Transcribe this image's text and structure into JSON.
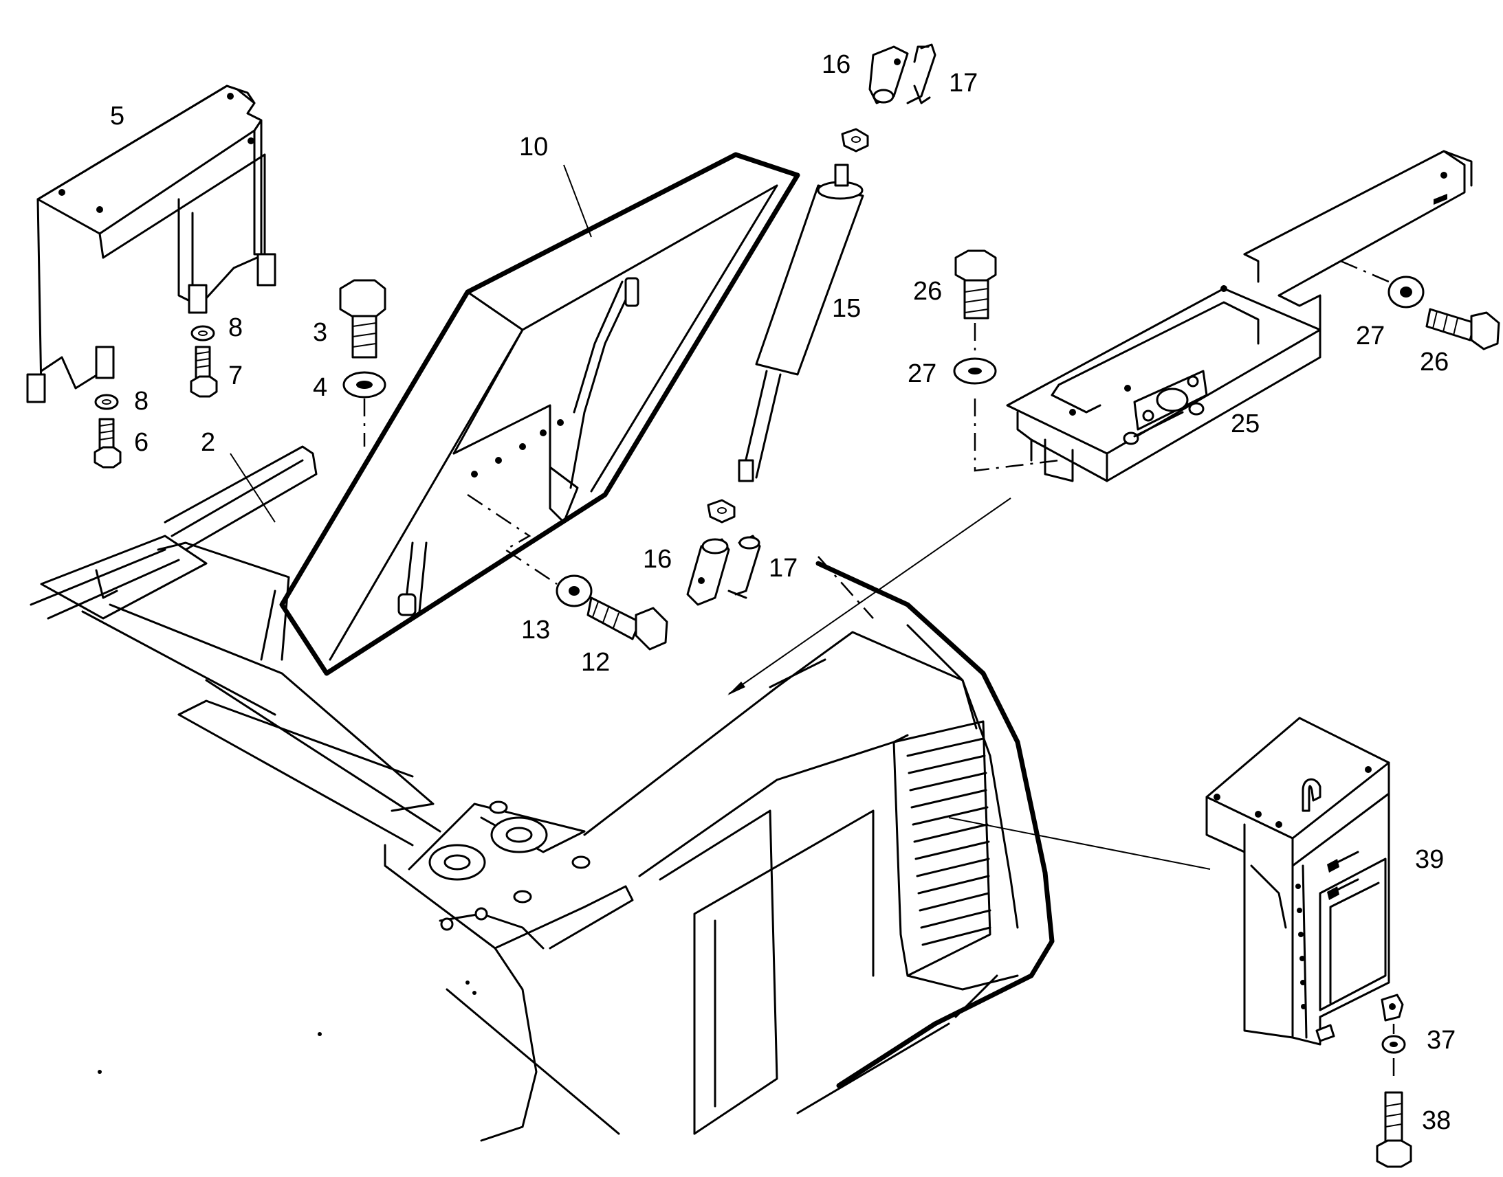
{
  "diagram": {
    "parts": [
      {
        "id": "p2",
        "label": "2"
      },
      {
        "id": "p3",
        "label": "3"
      },
      {
        "id": "p4",
        "label": "4"
      },
      {
        "id": "p5",
        "label": "5"
      },
      {
        "id": "p6",
        "label": "6"
      },
      {
        "id": "p7",
        "label": "7"
      },
      {
        "id": "p8a",
        "label": "8"
      },
      {
        "id": "p8b",
        "label": "8"
      },
      {
        "id": "p10",
        "label": "10"
      },
      {
        "id": "p12",
        "label": "12"
      },
      {
        "id": "p13",
        "label": "13"
      },
      {
        "id": "p15",
        "label": "15"
      },
      {
        "id": "p16a",
        "label": "16"
      },
      {
        "id": "p16b",
        "label": "16"
      },
      {
        "id": "p17a",
        "label": "17"
      },
      {
        "id": "p17b",
        "label": "17"
      },
      {
        "id": "p25",
        "label": "25"
      },
      {
        "id": "p26a",
        "label": "26"
      },
      {
        "id": "p26b",
        "label": "26"
      },
      {
        "id": "p27a",
        "label": "27"
      },
      {
        "id": "p27b",
        "label": "27"
      },
      {
        "id": "p37",
        "label": "37"
      },
      {
        "id": "p38",
        "label": "38"
      },
      {
        "id": "p39",
        "label": "39"
      }
    ]
  }
}
